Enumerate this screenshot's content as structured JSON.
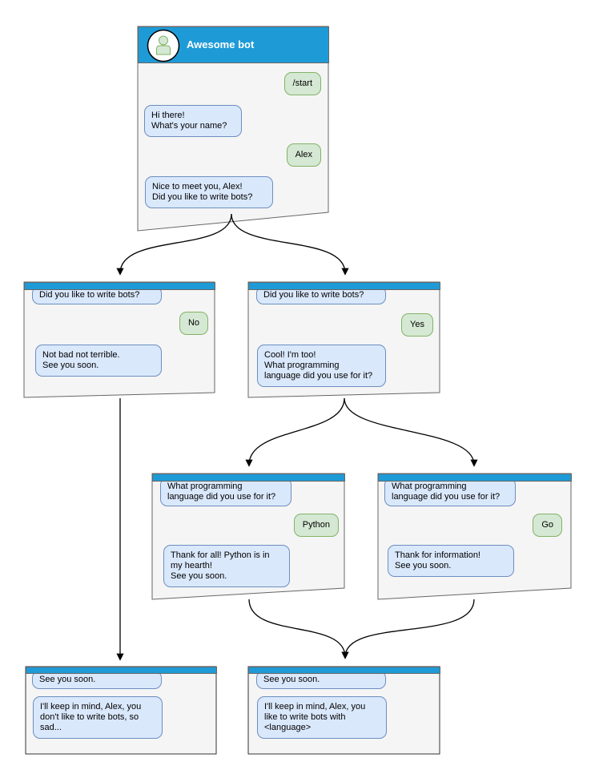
{
  "colors": {
    "header_blue": "#1e9bd7",
    "panel_bg": "#f5f5f5",
    "panel_border": "#666666",
    "dark_border": "#333333",
    "bot_bubble_bg": "#dae8fc",
    "bot_bubble_border": "#6c8ebf",
    "user_bubble_bg": "#d5e8d4",
    "user_bubble_border": "#82b366",
    "arrow": "#000000"
  },
  "nodes": {
    "start": {
      "title": "Awesome bot",
      "messages": [
        {
          "side": "user",
          "text": "/start"
        },
        {
          "side": "bot",
          "text": "Hi there!\nWhat's your name?"
        },
        {
          "side": "user",
          "text": "Alex"
        },
        {
          "side": "bot",
          "text": "Nice to meet you, Alex!\nDid you like to write bots?"
        }
      ]
    },
    "no": {
      "messages": [
        {
          "side": "bot",
          "text": "Did you like to write bots?"
        },
        {
          "side": "user",
          "text": "No"
        },
        {
          "side": "bot",
          "text": "Not bad not terrible.\nSee you soon."
        }
      ]
    },
    "yes": {
      "messages": [
        {
          "side": "bot",
          "text": "Did you like to write bots?"
        },
        {
          "side": "user",
          "text": "Yes"
        },
        {
          "side": "bot",
          "text": "Cool! I'm too!\nWhat programming\nlanguage did you use for it?"
        }
      ]
    },
    "python": {
      "messages": [
        {
          "side": "bot",
          "text": "What programming\nlanguage did you use for it?"
        },
        {
          "side": "user",
          "text": "Python"
        },
        {
          "side": "bot",
          "text": "Thank for all! Python is in\nmy hearth!\nSee you soon."
        }
      ]
    },
    "go": {
      "messages": [
        {
          "side": "bot",
          "text": "What programming\nlanguage did you use for it?"
        },
        {
          "side": "user",
          "text": "Go"
        },
        {
          "side": "bot",
          "text": "Thank for information!\nSee you soon."
        }
      ]
    },
    "bye_no": {
      "messages": [
        {
          "side": "bot",
          "text": "See you soon."
        },
        {
          "side": "bot",
          "text": "I'll keep in mind, Alex, you\ndon't like to write bots, so\nsad..."
        }
      ]
    },
    "bye_yes": {
      "messages": [
        {
          "side": "bot",
          "text": "See you soon."
        },
        {
          "side": "bot",
          "text": "I'll keep in mind, Alex, you\nlike to write bots with\n<language>"
        }
      ]
    }
  }
}
